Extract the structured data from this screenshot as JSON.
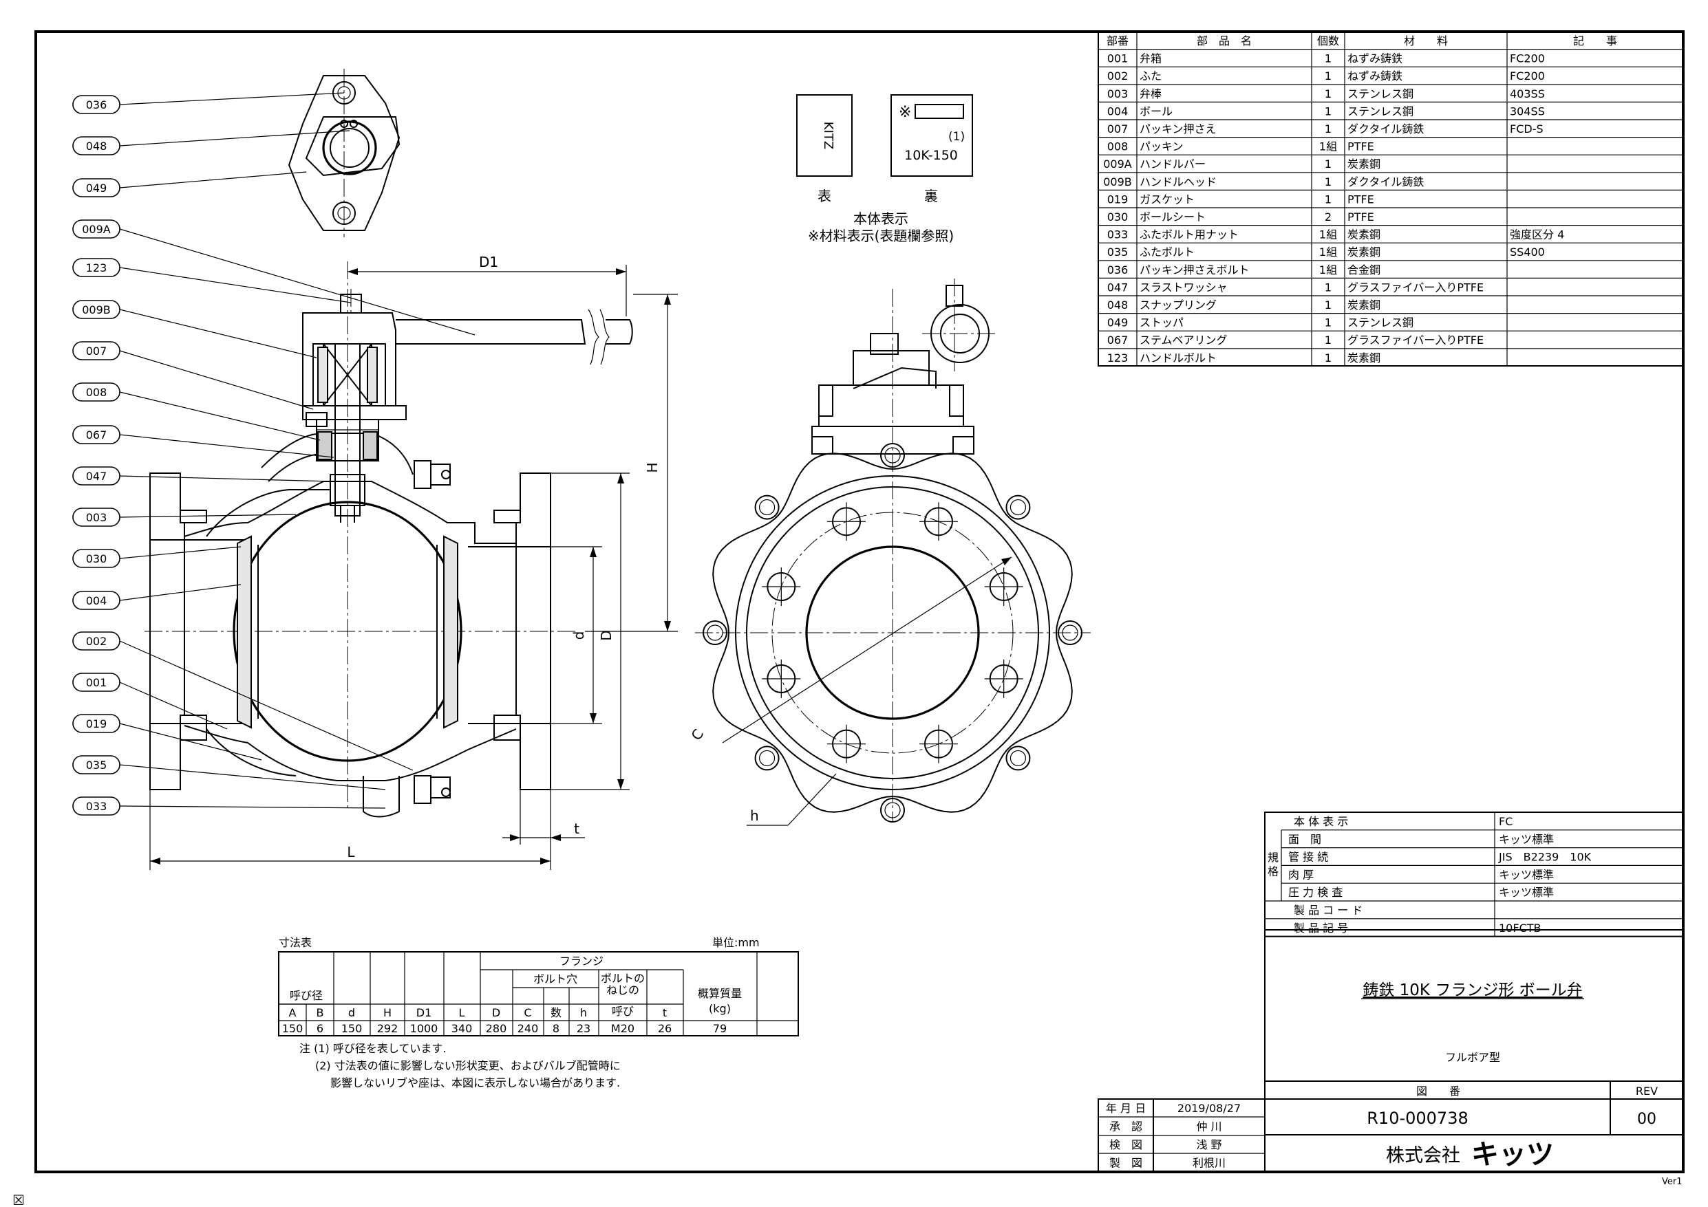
{
  "parts_table": {
    "headers": [
      "部番",
      "部　品　名",
      "個数",
      "材　　料",
      "記　　事"
    ],
    "rows": [
      [
        "001",
        "弁箱",
        "1",
        "ねずみ鋳鉄",
        "FC200"
      ],
      [
        "002",
        "ふた",
        "1",
        "ねずみ鋳鉄",
        "FC200"
      ],
      [
        "003",
        "弁棒",
        "1",
        "ステンレス鋼",
        "403SS"
      ],
      [
        "004",
        "ボール",
        "1",
        "ステンレス鋼",
        "304SS"
      ],
      [
        "007",
        "パッキン押さえ",
        "1",
        "ダクタイル鋳鉄",
        "FCD-S"
      ],
      [
        "008",
        "パッキン",
        "1組",
        "PTFE",
        ""
      ],
      [
        "009A",
        "ハンドルバー",
        "1",
        "炭素鋼",
        ""
      ],
      [
        "009B",
        "ハンドルヘッド",
        "1",
        "ダクタイル鋳鉄",
        ""
      ],
      [
        "019",
        "ガスケット",
        "1",
        "PTFE",
        ""
      ],
      [
        "030",
        "ボールシート",
        "2",
        "PTFE",
        ""
      ],
      [
        "033",
        "ふたボルト用ナット",
        "1組",
        "炭素鋼",
        "強度区分 4"
      ],
      [
        "035",
        "ふたボルト",
        "1組",
        "炭素鋼",
        "SS400"
      ],
      [
        "036",
        "パッキン押さえボルト",
        "1組",
        "合金鋼",
        ""
      ],
      [
        "047",
        "スラストワッシャ",
        "1",
        "グラスファイバー入りPTFE",
        ""
      ],
      [
        "048",
        "スナップリング",
        "1",
        "炭素鋼",
        ""
      ],
      [
        "049",
        "ストッパ",
        "1",
        "ステンレス鋼",
        ""
      ],
      [
        "067",
        "ステムベアリング",
        "1",
        "グラスファイバー入りPTFE",
        ""
      ],
      [
        "123",
        "ハンドルボルト",
        "1",
        "炭素鋼",
        ""
      ]
    ]
  },
  "balloons": [
    "036",
    "048",
    "049",
    "009A",
    "123",
    "009B",
    "007",
    "008",
    "067",
    "047",
    "003",
    "030",
    "004",
    "002",
    "001",
    "019",
    "035",
    "033"
  ],
  "dims": {
    "D1": "D1",
    "H": "H",
    "d": "d",
    "D": "D",
    "L": "L",
    "t": "t",
    "C": "C",
    "h": "h"
  },
  "marking": {
    "front_text": "KITZ",
    "back_mark": "※",
    "back_note": "(1)",
    "back_rating": "10K-150",
    "front_label": "表",
    "back_label": "裏",
    "title": "本体表示",
    "note": "※材料表示(表題欄参照)"
  },
  "dim_table": {
    "caption": "寸法表",
    "unit": "単位:mm",
    "flange": "フランジ",
    "bolt_hole": "ボルト穴",
    "nominal": "呼び径",
    "bolt_thread": [
      "ボルトの",
      "ねじの",
      "呼び"
    ],
    "weight": [
      "概算質量",
      "(kg)"
    ],
    "cols": [
      "A",
      "B",
      "d",
      "H",
      "D1",
      "L",
      "D",
      "C",
      "数",
      "h",
      "呼び",
      "t"
    ],
    "values": [
      "150",
      "6",
      "150",
      "292",
      "1000",
      "340",
      "280",
      "240",
      "8",
      "23",
      "M20",
      "26",
      "79"
    ],
    "notes": [
      "注 (1) 呼び径を表しています.",
      "(2) 寸法表の値に影響しない形状変更、およびバルブ配管時に",
      "影響しないリブや座は、本図に表示しない場合があります."
    ]
  },
  "spec_table": {
    "group": [
      "規",
      "格"
    ],
    "rows": [
      [
        "本 体 表 示",
        "FC"
      ],
      [
        "面　間",
        "キッツ標準"
      ],
      [
        "管 接 続",
        "JIS　B2239　10K"
      ],
      [
        "肉 厚",
        "キッツ標準"
      ],
      [
        "圧 力 検 査",
        "キッツ標準"
      ],
      [
        "製 品 コ ー ド",
        ""
      ],
      [
        "製 品 記 号",
        "10FCTB"
      ]
    ]
  },
  "title_block": {
    "title": "鋳鉄 10K フランジ形 ボール弁",
    "subtitle": "フルボア型",
    "drawing_no_label": "図　　番",
    "rev_label": "REV",
    "drawing_no": "R10-000738",
    "rev": "00",
    "company": "株式会社",
    "brand": "キッツ",
    "signoff": [
      [
        "年 月 日",
        "2019/08/27"
      ],
      [
        "承　認",
        "仲 川"
      ],
      [
        "検　図",
        "浅 野"
      ],
      [
        "製　図",
        "利根川"
      ]
    ],
    "version": "Ver1"
  },
  "corner_mark": "☒"
}
